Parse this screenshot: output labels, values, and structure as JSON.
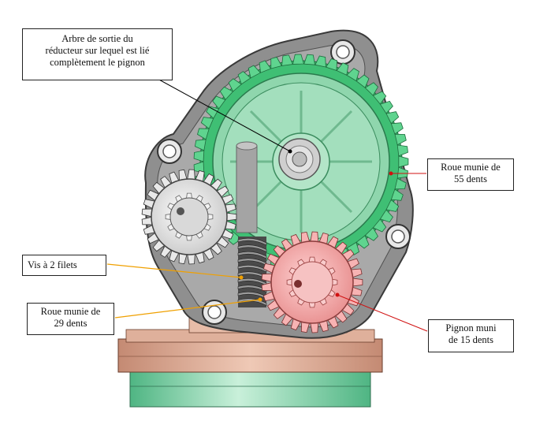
{
  "colors": {
    "housing": "#8e8e8e",
    "housing_dark": "#5a5a5a",
    "green_gear": "#5fd48f",
    "green_fill": "#9fdcb8",
    "white_gear": "#e4e4e4",
    "pink_gear": "#f2a6a6",
    "base_copper": "#d7a48f",
    "base_green": "#8fd6ad",
    "leader_black": "#000000",
    "leader_orange": "#f0a000",
    "leader_red": "#d01010"
  },
  "callouts": {
    "arbre": {
      "lines": [
        "Arbre de sortie du",
        "réducteur sur lequel est lié",
        "complètement le pignon"
      ]
    },
    "roue55": {
      "lines": [
        "Roue munie de",
        "55 dents"
      ]
    },
    "vis": {
      "lines": [
        "Vis à 2 filets"
      ]
    },
    "roue29": {
      "lines": [
        "Roue munie de",
        "29 dents"
      ]
    },
    "pignon": {
      "lines": [
        "Pignon muni",
        "de 15 dents"
      ]
    }
  },
  "components": {
    "large_gear_teeth": 55,
    "white_gear_teeth": 29,
    "pink_gear_teeth": 15
  }
}
